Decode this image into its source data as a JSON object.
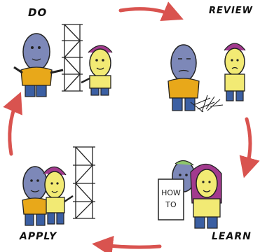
{
  "steps": {
    "do": "DO",
    "review": "REVIEW",
    "learn": "LEARN",
    "apply": "APPLY"
  },
  "sign": {
    "line1": "HOW",
    "line2": "TO"
  },
  "colors": {
    "arrow": "#d9534f",
    "blue_person": "#7d88b8",
    "yellow_person": "#f2ea74",
    "hair": "#a23a8e",
    "shirt": "#e8a81a",
    "pants": "#3b5fa3",
    "outline": "#222222"
  },
  "icons": [
    "cycle-arrow-icon"
  ]
}
